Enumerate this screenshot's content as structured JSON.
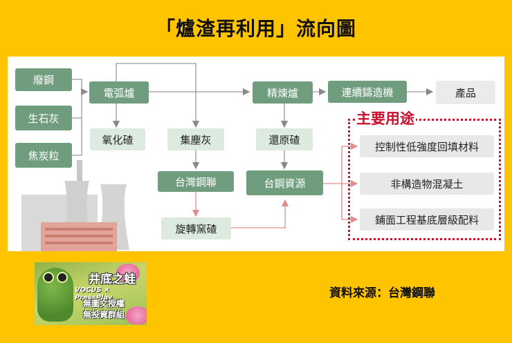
{
  "title": "「爐渣再利用」流向圖",
  "inputs": [
    "廢鋼",
    "生石灰",
    "焦炭粒"
  ],
  "flow": {
    "eaf": "電弧爐",
    "refining": "精煉爐",
    "caster": "連續鑄造機",
    "product": "產品",
    "oxidizing_slag": "氧化碴",
    "dust": "集塵灰",
    "reducing_slag": "還原碴",
    "tsia": "台灣鋼聯",
    "tsr": "台鋼資源",
    "kiln_slag": "旋轉窯碴"
  },
  "uses": {
    "heading": "主要用途",
    "items": [
      "控制性低強度回填材料",
      "非構造物混凝土",
      "鋪面工程基底層級配料"
    ]
  },
  "badge": {
    "name": "井底之蛙",
    "tagline": "VOCUS × PressPlay",
    "line1": "無圖文授權",
    "line2": "無投資群組"
  },
  "source": "資料來源：台灣鋼聯",
  "colors": {
    "background": "#FFC400",
    "dark_green": "#6F9D7E",
    "light_green": "#DDEADF",
    "red": "#C8102E"
  }
}
